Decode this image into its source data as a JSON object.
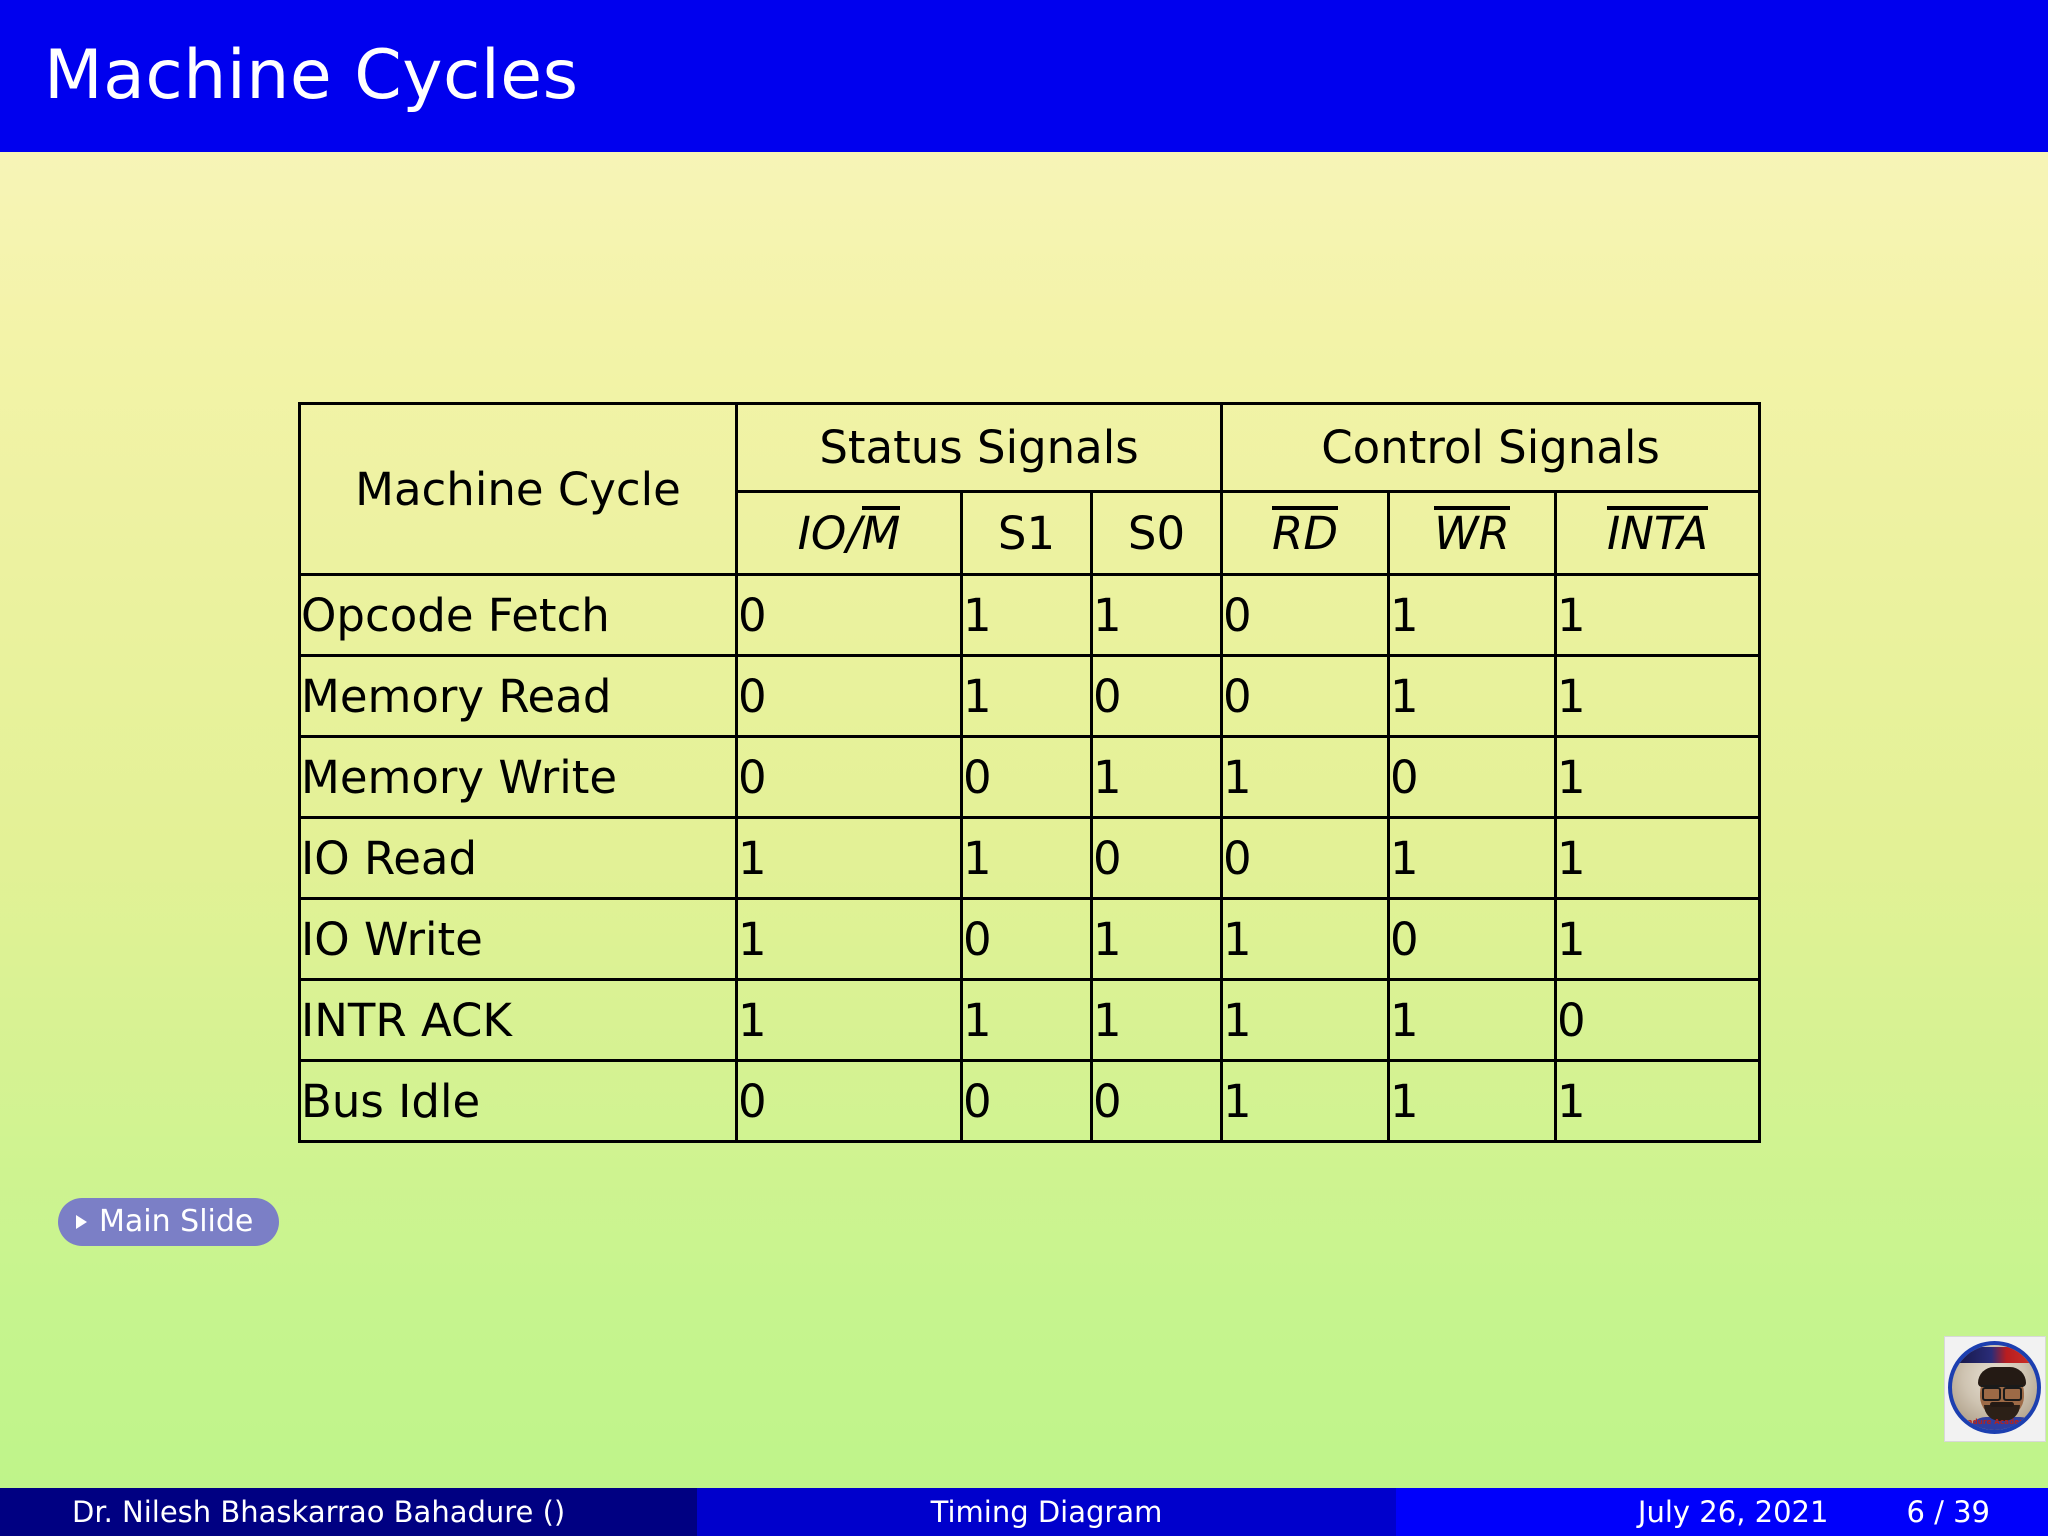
{
  "slide": {
    "title": "Machine Cycles",
    "accent_blue": "#0000ee",
    "bg_top": "#faf5c3",
    "bg_bottom": "#bdf489"
  },
  "table": {
    "group_headers": {
      "machine_cycle": "Machine Cycle",
      "status_signals": "Status Signals",
      "control_signals": "Control Signals"
    },
    "sub_headers": {
      "io_m_pre": "IO/",
      "io_m_bar": "M",
      "s1": "S1",
      "s0": "S0",
      "rd": "RD",
      "wr": "WR",
      "inta": "INTA"
    },
    "rows": [
      {
        "cycle": "Opcode Fetch",
        "io_m": "0",
        "s1": "1",
        "s0": "1",
        "rd": "0",
        "wr": "1",
        "inta": "1"
      },
      {
        "cycle": "Memory Read",
        "io_m": "0",
        "s1": "1",
        "s0": "0",
        "rd": "0",
        "wr": "1",
        "inta": "1"
      },
      {
        "cycle": "Memory Write",
        "io_m": "0",
        "s1": "0",
        "s0": "1",
        "rd": "1",
        "wr": "0",
        "inta": "1"
      },
      {
        "cycle": "IO Read",
        "io_m": "1",
        "s1": "1",
        "s0": "0",
        "rd": "0",
        "wr": "1",
        "inta": "1"
      },
      {
        "cycle": "IO Write",
        "io_m": "1",
        "s1": "0",
        "s0": "1",
        "rd": "1",
        "wr": "0",
        "inta": "1"
      },
      {
        "cycle": "INTR ACK",
        "io_m": "1",
        "s1": "1",
        "s0": "1",
        "rd": "1",
        "wr": "1",
        "inta": "0"
      },
      {
        "cycle": "Bus Idle",
        "io_m": "0",
        "s1": "0",
        "s0": "0",
        "rd": "1",
        "wr": "1",
        "inta": "1"
      }
    ]
  },
  "nav": {
    "main_slide_label": "Main Slide"
  },
  "logo": {
    "caption": "Bahadure Academy of Learning"
  },
  "footer": {
    "author": "Dr. Nilesh Bhaskarrao Bahadure  ()",
    "section": "Timing Diagram",
    "date": "July 26, 2021",
    "page": "6 / 39"
  }
}
